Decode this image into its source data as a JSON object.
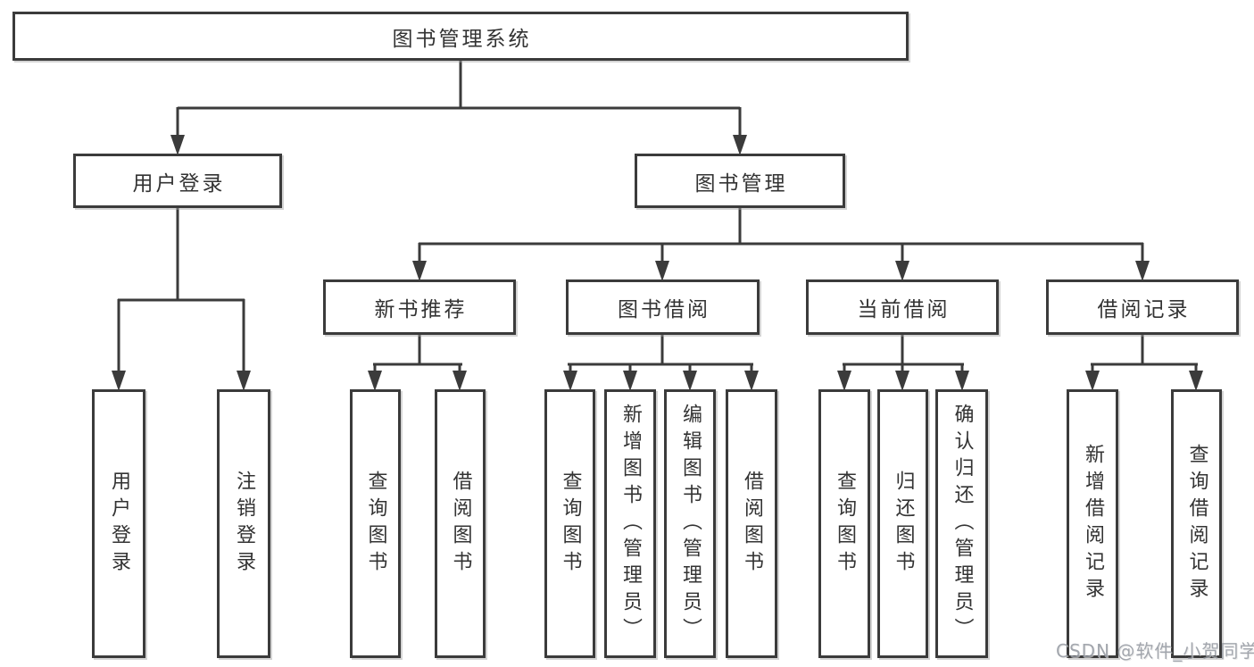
{
  "title": {
    "label": "图书管理系统"
  },
  "level2": {
    "user_login": {
      "label": "用户登录"
    },
    "book_mgmt": {
      "label": "图书管理"
    }
  },
  "level3": {
    "new_book_rec": {
      "label": "新书推荐"
    },
    "book_borrow": {
      "label": "图书借阅"
    },
    "current_borrow": {
      "label": "当前借阅"
    },
    "borrow_record": {
      "label": "借阅记录"
    }
  },
  "level4": {
    "user_login_do_login": {
      "label": "用户登录"
    },
    "user_login_logout": {
      "label": "注销登录"
    },
    "new_book_rec_query": {
      "label": "查询图书"
    },
    "new_book_rec_borrow": {
      "label": "借阅图书"
    },
    "book_borrow_query": {
      "label": "查询图书"
    },
    "book_borrow_add": {
      "label": "新增图书（管理员）"
    },
    "book_borrow_edit": {
      "label": "编辑图书（管理员）"
    },
    "book_borrow_borrow": {
      "label": "借阅图书"
    },
    "current_borrow_query": {
      "label": "查询图书"
    },
    "current_borrow_return": {
      "label": "归还图书"
    },
    "current_borrow_confirm": {
      "label": "确认归还（管理员）"
    },
    "borrow_record_add": {
      "label": "新增借阅记录"
    },
    "borrow_record_query": {
      "label": "查询借阅记录"
    }
  },
  "watermark": {
    "text": "CSDN @软件_小贺同学"
  },
  "colors": {
    "line": "#3b3b3b",
    "text": "#333333",
    "background": "#ffffff",
    "watermark": "#9499a1"
  }
}
